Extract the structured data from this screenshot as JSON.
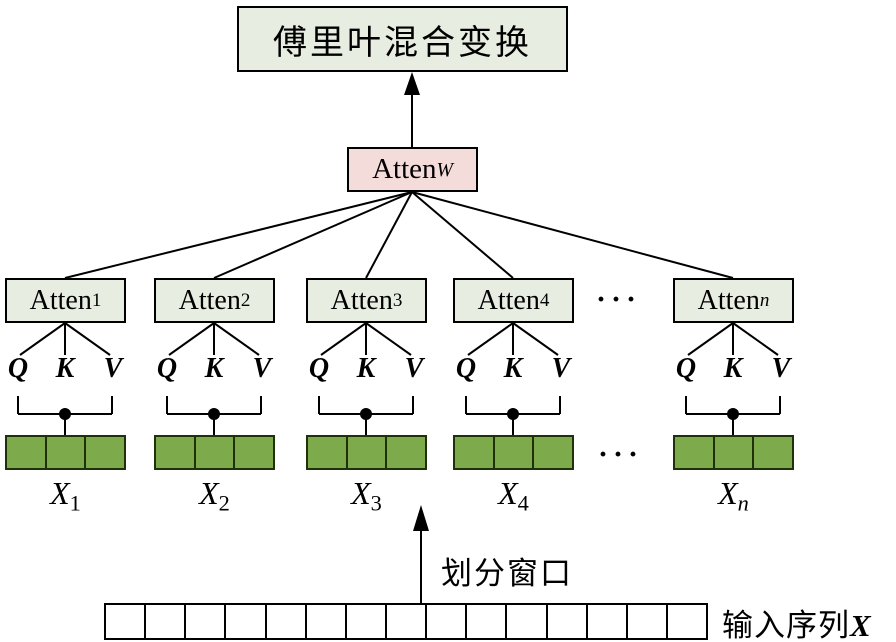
{
  "title": "傅里叶混合变换",
  "atten_w": {
    "base": "Atten",
    "sub": "W"
  },
  "groups": [
    {
      "atten_base": "Atten",
      "atten_sub": "1",
      "q": "Q",
      "k": "K",
      "v": "V",
      "x_base": "X",
      "x_sub": "1"
    },
    {
      "atten_base": "Atten",
      "atten_sub": "2",
      "q": "Q",
      "k": "K",
      "v": "V",
      "x_base": "X",
      "x_sub": "2"
    },
    {
      "atten_base": "Atten",
      "atten_sub": "3",
      "q": "Q",
      "k": "K",
      "v": "V",
      "x_base": "X",
      "x_sub": "3"
    },
    {
      "atten_base": "Atten",
      "atten_sub": "4",
      "q": "Q",
      "k": "K",
      "v": "V",
      "x_base": "X",
      "x_sub": "4"
    },
    {
      "atten_base": "Atten",
      "atten_sub": "n",
      "q": "Q",
      "k": "K",
      "v": "V",
      "x_base": "X",
      "x_sub": "n"
    }
  ],
  "ellipsis_boxes": "···",
  "ellipsis_bars": "···",
  "divide_label": "划分窗口",
  "input_sequence": {
    "cjk": "输入序列",
    "x": "X",
    "cells": 15
  },
  "window_cells": 3,
  "colors": {
    "box_fill": "#e8ede1",
    "attenw_fill": "#f4dcda",
    "cell_green": "#7dab4c",
    "cell_border": "#203008",
    "line": "#000000"
  }
}
